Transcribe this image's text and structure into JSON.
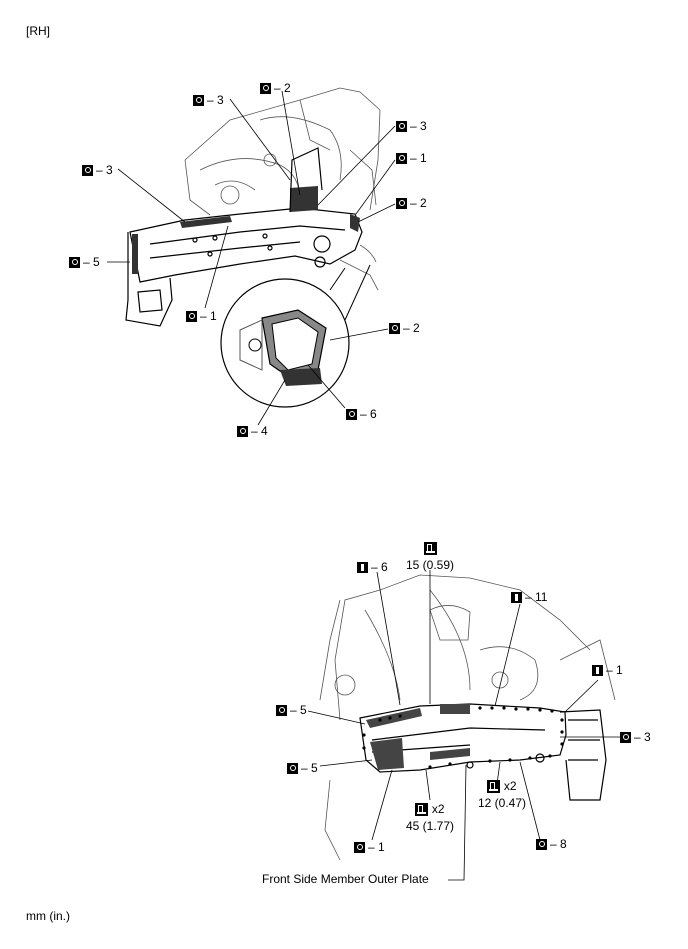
{
  "header": {
    "side_label": "[RH]"
  },
  "footer": {
    "units_label": "mm (in.)"
  },
  "top_diagram": {
    "callouts": [
      {
        "id": "t1",
        "symbol": "o",
        "text": "– 3"
      },
      {
        "id": "t2",
        "symbol": "o",
        "text": "– 2"
      },
      {
        "id": "t3",
        "symbol": "o",
        "text": "– 3"
      },
      {
        "id": "t4",
        "symbol": "o",
        "text": "– 1"
      },
      {
        "id": "t5",
        "symbol": "o",
        "text": "– 3"
      },
      {
        "id": "t6",
        "symbol": "o",
        "text": "– 2"
      },
      {
        "id": "t7",
        "symbol": "o",
        "text": "– 5"
      },
      {
        "id": "t8",
        "symbol": "o",
        "text": "– 1"
      },
      {
        "id": "t9",
        "symbol": "o",
        "text": "– 2"
      },
      {
        "id": "t10",
        "symbol": "o",
        "text": "– 6"
      },
      {
        "id": "t11",
        "symbol": "o",
        "text": "– 4"
      }
    ]
  },
  "bottom_diagram": {
    "callouts": [
      {
        "id": "b1",
        "symbol": "i",
        "text": "– 6"
      },
      {
        "id": "b2",
        "symbol": "i",
        "text": "– 11"
      },
      {
        "id": "b3",
        "symbol": "i",
        "text": "– 1"
      },
      {
        "id": "b4",
        "symbol": "o",
        "text": "– 5"
      },
      {
        "id": "b5",
        "symbol": "o",
        "text": "– 3"
      },
      {
        "id": "b6",
        "symbol": "o",
        "text": "– 5"
      },
      {
        "id": "b7",
        "symbol": "o",
        "text": "– 1"
      },
      {
        "id": "b8",
        "symbol": "o",
        "text": "– 8"
      }
    ],
    "torques": [
      {
        "id": "m1",
        "multiplier": "",
        "value": "15 (0.59)"
      },
      {
        "id": "m2",
        "multiplier": "x2",
        "value": "12 (0.47)"
      },
      {
        "id": "m3",
        "multiplier": "x2",
        "value": "45 (1.77)"
      }
    ],
    "part_label": "Front Side Member Outer Plate"
  }
}
